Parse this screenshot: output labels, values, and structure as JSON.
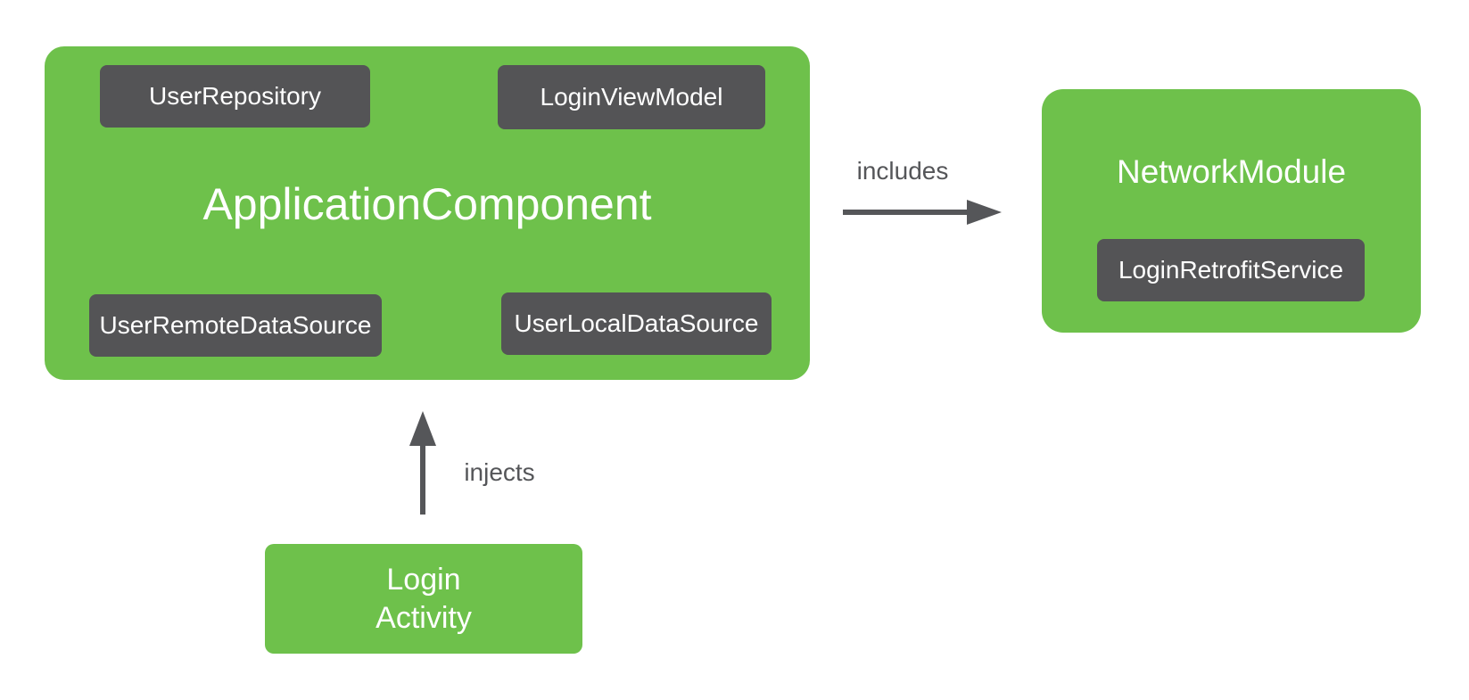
{
  "colors": {
    "green": "#6ec14b",
    "dark_gray": "#545456",
    "edge_gray": "#555659",
    "text_on_green": "#ffffff",
    "background": "#ffffff"
  },
  "application_component": {
    "title": "ApplicationComponent",
    "modules": [
      {
        "label": "UserRepository"
      },
      {
        "label": "LoginViewModel"
      },
      {
        "label": "UserRemoteDataSource"
      },
      {
        "label": "UserLocalDataSource"
      }
    ]
  },
  "network_module": {
    "title": "NetworkModule",
    "modules": [
      {
        "label": "LoginRetrofitService"
      }
    ]
  },
  "login_activity": {
    "label": "Login\nActivity"
  },
  "edges": [
    {
      "id": "includes",
      "label": "includes",
      "from": "ApplicationComponent",
      "to": "NetworkModule"
    },
    {
      "id": "injects",
      "label": "injects",
      "from": "LoginActivity",
      "to": "ApplicationComponent"
    }
  ]
}
